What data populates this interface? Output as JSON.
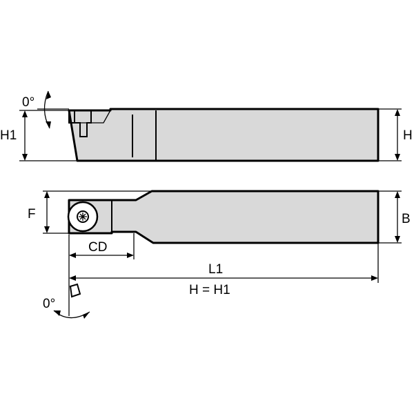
{
  "labels": {
    "angle_side": "0°",
    "h1_side": "H1",
    "h_side": "H",
    "f": "F",
    "b": "B",
    "cd": "CD",
    "l1": "L1",
    "h_equals_h1": "H = H1",
    "angle_bottom": "0°"
  },
  "colors": {
    "body": "#d9d9d9",
    "line": "#000000",
    "background": "#ffffff"
  }
}
